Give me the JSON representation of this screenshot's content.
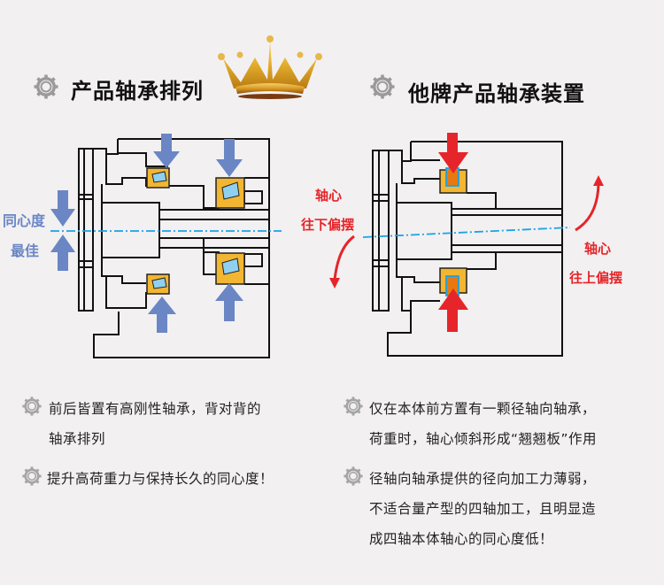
{
  "left_panel": {
    "title": "产品轴承排列",
    "title_icon": "gear-icon",
    "badge_icon": "crown-icon",
    "labels": {
      "concentricity_line1": "同心度",
      "concentricity_line2": "最佳"
    },
    "notes": [
      {
        "icon": "gear-icon",
        "lines": [
          "前后皆置有高刚性轴承，背对背的",
          "轴承排列"
        ]
      },
      {
        "icon": "gear-icon",
        "lines": [
          "提升高荷重力与保持长久的同心度！"
        ]
      }
    ]
  },
  "right_panel": {
    "title": "他牌产品轴承装置",
    "title_icon": "gear-icon",
    "labels": {
      "left_line1": "轴心",
      "left_line2": "往下偏摆",
      "right_line1": "轴心",
      "right_line2": "往上偏摆"
    },
    "notes": [
      {
        "icon": "gear-icon",
        "lines": [
          "仅在本体前方置有一颗径轴向轴承，",
          "荷重时，轴心倾斜形成“翘翘板”作用"
        ]
      },
      {
        "icon": "gear-icon",
        "lines": [
          "径轴向轴承提供的径向加工力薄弱，",
          "不适合量产型的四轴加工，且明显造",
          "成四轴本体轴心的同心度低！"
        ]
      }
    ]
  },
  "colors": {
    "background": "#f2f0f1",
    "blue_arrow": "#6a86c4",
    "red_arrow": "#e5252a",
    "bearing_gold": "#f2b632",
    "bearing_inner": "#8fd0f0",
    "centerline": "#1aa3e8",
    "outline": "#111111"
  }
}
